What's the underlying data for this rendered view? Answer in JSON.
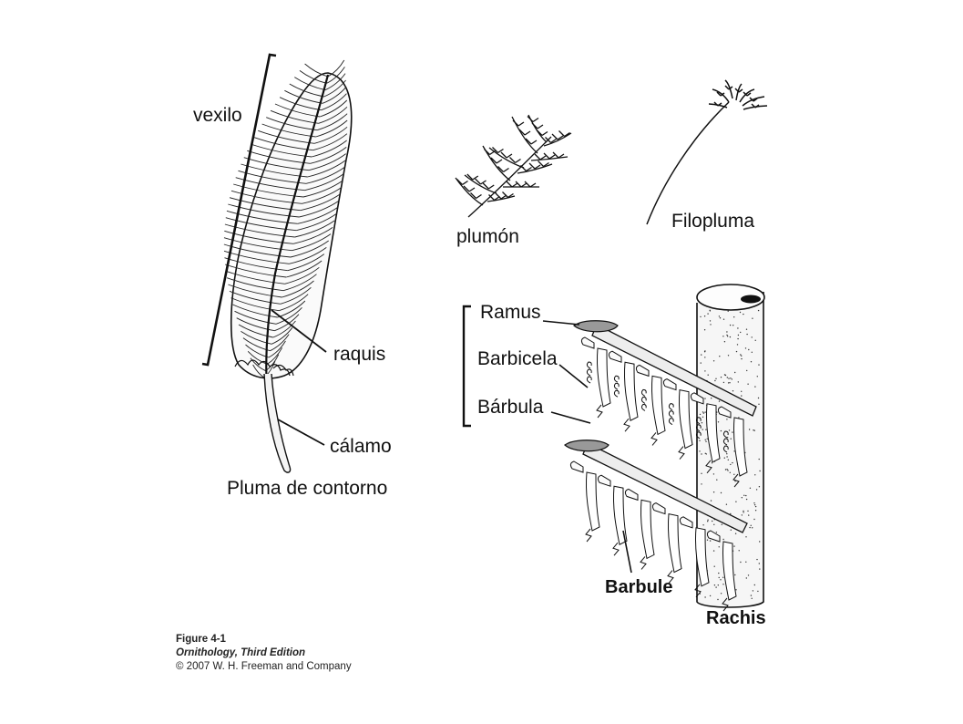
{
  "labels": {
    "vexilo": "vexilo",
    "raquis": "raquis",
    "calamo": "cálamo",
    "pluma_contorno": "Pluma de contorno",
    "plumon": "plumón",
    "filopluma": "Filopluma",
    "ramus": "Ramus",
    "barbicela": "Barbicela",
    "barbula": "Bárbula",
    "barbule": "Barbule",
    "rachis": "Rachis"
  },
  "caption": {
    "figure": "Figure 4-1",
    "book": "Ornithology, Third Edition",
    "copyright": "© 2007 W. H. Freeman and Company"
  },
  "colors": {
    "ink": "#111111",
    "paper": "#ffffff"
  }
}
